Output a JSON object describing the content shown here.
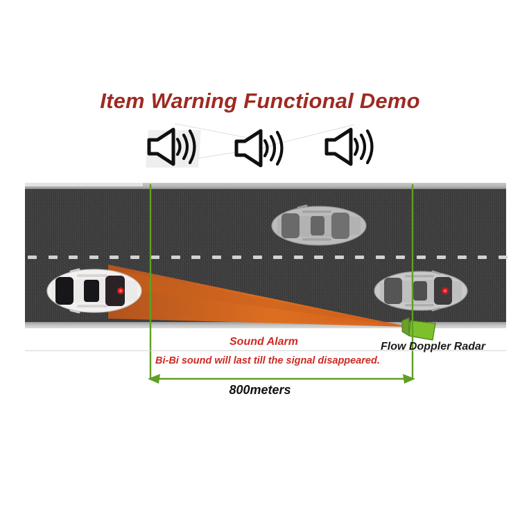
{
  "title": "Item Warning Functional Demo",
  "icons": {
    "speaker": "speaker-sound-icon",
    "radar": "doppler-radar-device-icon",
    "car": "car-top-view-icon"
  },
  "speakers": [
    {
      "name": "speaker-icon-1",
      "alt": "sound alarm speaker"
    },
    {
      "name": "speaker-icon-2",
      "alt": "sound alarm speaker"
    },
    {
      "name": "speaker-icon-3",
      "alt": "sound alarm speaker"
    }
  ],
  "scene": {
    "road_lanes": 2,
    "vehicles": [
      {
        "id": "car-left",
        "color_name": "white",
        "body": "#f2f0ee",
        "direction": "left"
      },
      {
        "id": "car-top",
        "color_name": "silver",
        "body": "#b8b8b8",
        "direction": "left"
      },
      {
        "id": "car-right",
        "color_name": "silver",
        "body": "#c6c6c6",
        "direction": "left"
      }
    ],
    "beam": {
      "label": "radar detection beam",
      "color": "#e2701f"
    },
    "radar_device": {
      "label": "doppler radar unit",
      "color": "#6fa82b"
    }
  },
  "labels": {
    "sound_alarm": "Sound Alarm",
    "flow_doppler_radar": "Flow  Doppler Radar",
    "bibi_note": "Bi-Bi sound will last till the signal disappeared.",
    "distance": "800meters"
  },
  "measurements": {
    "distance_value": 800,
    "distance_unit": "meters"
  },
  "colors": {
    "title_red": "#9e2a22",
    "label_red": "#cc2a23",
    "measure_green": "#5fa024",
    "beam_orange": "#e2701f",
    "asphalt": "#3b3b3b",
    "radar_green": "#6fa82b"
  }
}
